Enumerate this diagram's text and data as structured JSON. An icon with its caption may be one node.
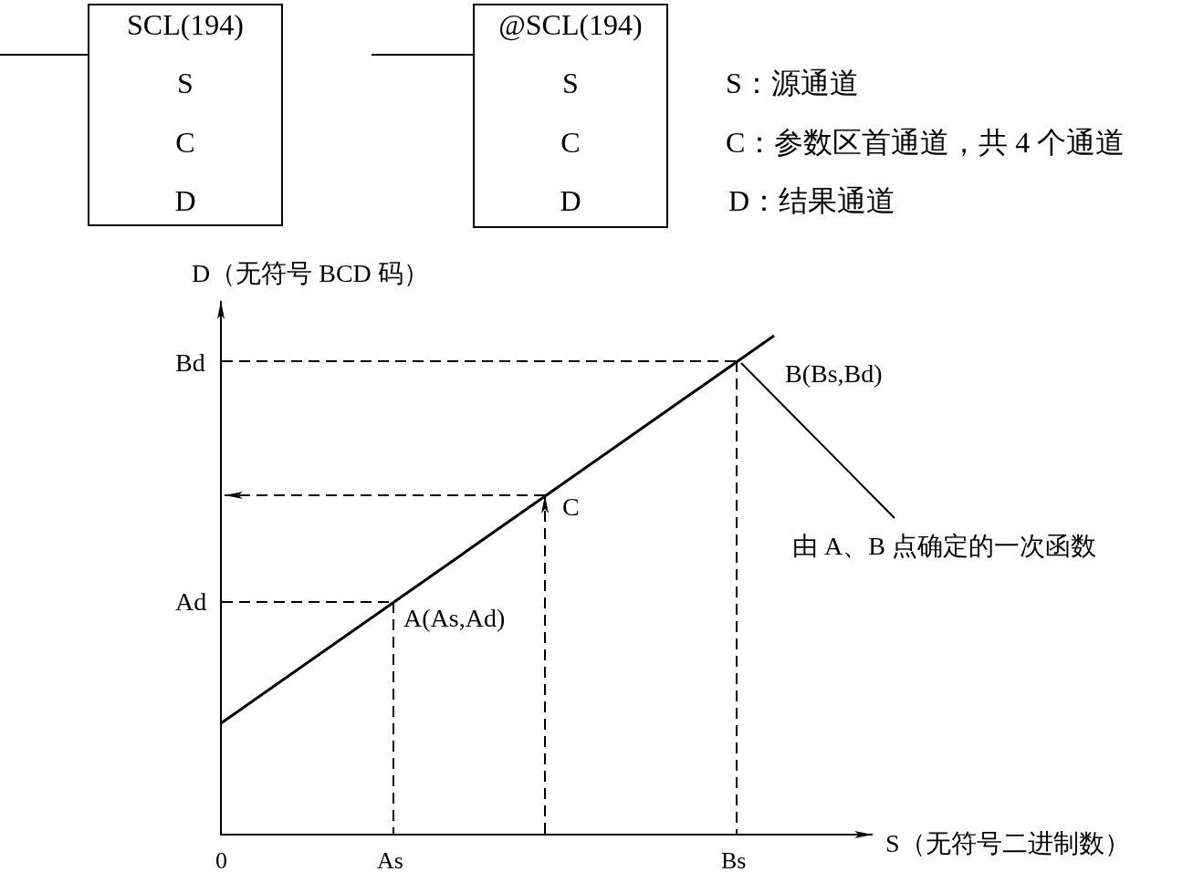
{
  "diagram": {
    "nodes": [
      {
        "text": [
          "SCL(194)",
          "S",
          "C",
          "D"
        ]
      },
      {
        "text": [
          "@SCL(194)",
          "S",
          "C",
          "D"
        ]
      },
      {
        "text": [
          "由 A、B 点确定的一次函数"
        ]
      },
      {
        "text": [],
        "shape": "line"
      }
    ],
    "edges": [
      {
        "from": null,
        "to": 0,
        "arrow": "none"
      },
      {
        "from": null,
        "to": 1,
        "arrow": "none"
      },
      {
        "from": 2,
        "to": 3,
        "arrow": "none"
      }
    ],
    "labels": [
      "S：源通道",
      "C：参数区首通道，共 4 个通道",
      "D：结果通道",
      "D（无符号 BCD 码）",
      "Bd",
      "B(Bs,Bd)",
      "C",
      "Ad",
      "A(As,Ad)",
      "S（无符号二进制数）",
      "0",
      "As",
      "Bs"
    ]
  }
}
